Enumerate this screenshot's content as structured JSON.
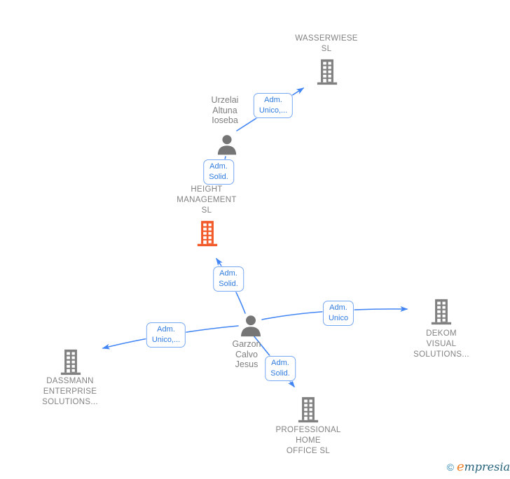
{
  "diagram": {
    "nodes": [
      {
        "id": "wasserwiese-sl",
        "kind": "company",
        "lines": [
          "WASSERWIESE",
          "SL"
        ]
      },
      {
        "id": "urzelai-altuna-ioseba",
        "kind": "person",
        "lines": [
          "Urzelai",
          "Altuna",
          "Ioseba"
        ]
      },
      {
        "id": "height-management-sl",
        "kind": "company",
        "highlighted": true,
        "lines": [
          "HEIGHT",
          "MANAGEMENT",
          "SL"
        ]
      },
      {
        "id": "garzon-calvo-jesus",
        "kind": "person",
        "lines": [
          "Garzon",
          "Calvo",
          "Jesus"
        ]
      },
      {
        "id": "dekom-visual-solutions",
        "kind": "company",
        "lines": [
          "DEKOM",
          "VISUAL",
          "SOLUTIONS..."
        ]
      },
      {
        "id": "dassmann-enterprise-solutions",
        "kind": "company",
        "lines": [
          "DASSMANN",
          "ENTERPRISE",
          "SOLUTIONS..."
        ]
      },
      {
        "id": "professional-home-office-sl",
        "kind": "company",
        "lines": [
          "PROFESSIONAL",
          "HOME",
          "OFFICE SL"
        ]
      }
    ],
    "edges": [
      {
        "from": "Urzelai Altuna Ioseba",
        "to": "WASSERWIESE SL",
        "lines": [
          "Adm.",
          "Unico,..."
        ]
      },
      {
        "from": "Urzelai Altuna Ioseba",
        "to": "HEIGHT MANAGEMENT SL",
        "lines": [
          "Adm.",
          "Solid."
        ]
      },
      {
        "from": "Garzon Calvo Jesus",
        "to": "HEIGHT MANAGEMENT SL",
        "lines": [
          "Adm.",
          "Solid."
        ]
      },
      {
        "from": "Garzon Calvo Jesus",
        "to": "DEKOM VISUAL SOLUTIONS...",
        "lines": [
          "Adm.",
          "Unico"
        ]
      },
      {
        "from": "Garzon Calvo Jesus",
        "to": "DASSMANN ENTERPRISE SOLUTIONS...",
        "lines": [
          "Adm.",
          "Unico,..."
        ]
      },
      {
        "from": "Garzon Calvo Jesus",
        "to": "PROFESSIONAL HOME OFFICE SL",
        "lines": [
          "Adm.",
          "Solid."
        ]
      }
    ]
  },
  "watermark": {
    "copyright": "©",
    "brand_initial": "e",
    "brand_rest": "mpresia"
  },
  "colors": {
    "arrow_blue": "#4285f4",
    "box_border_blue": "#77a8f3",
    "box_text_blue": "#2f7be0",
    "company_gray": "#808080",
    "label_gray": "#828282",
    "highlight_orange": "#f25a29",
    "logo_teal": "#24617a",
    "logo_orange": "#ee7d23"
  }
}
